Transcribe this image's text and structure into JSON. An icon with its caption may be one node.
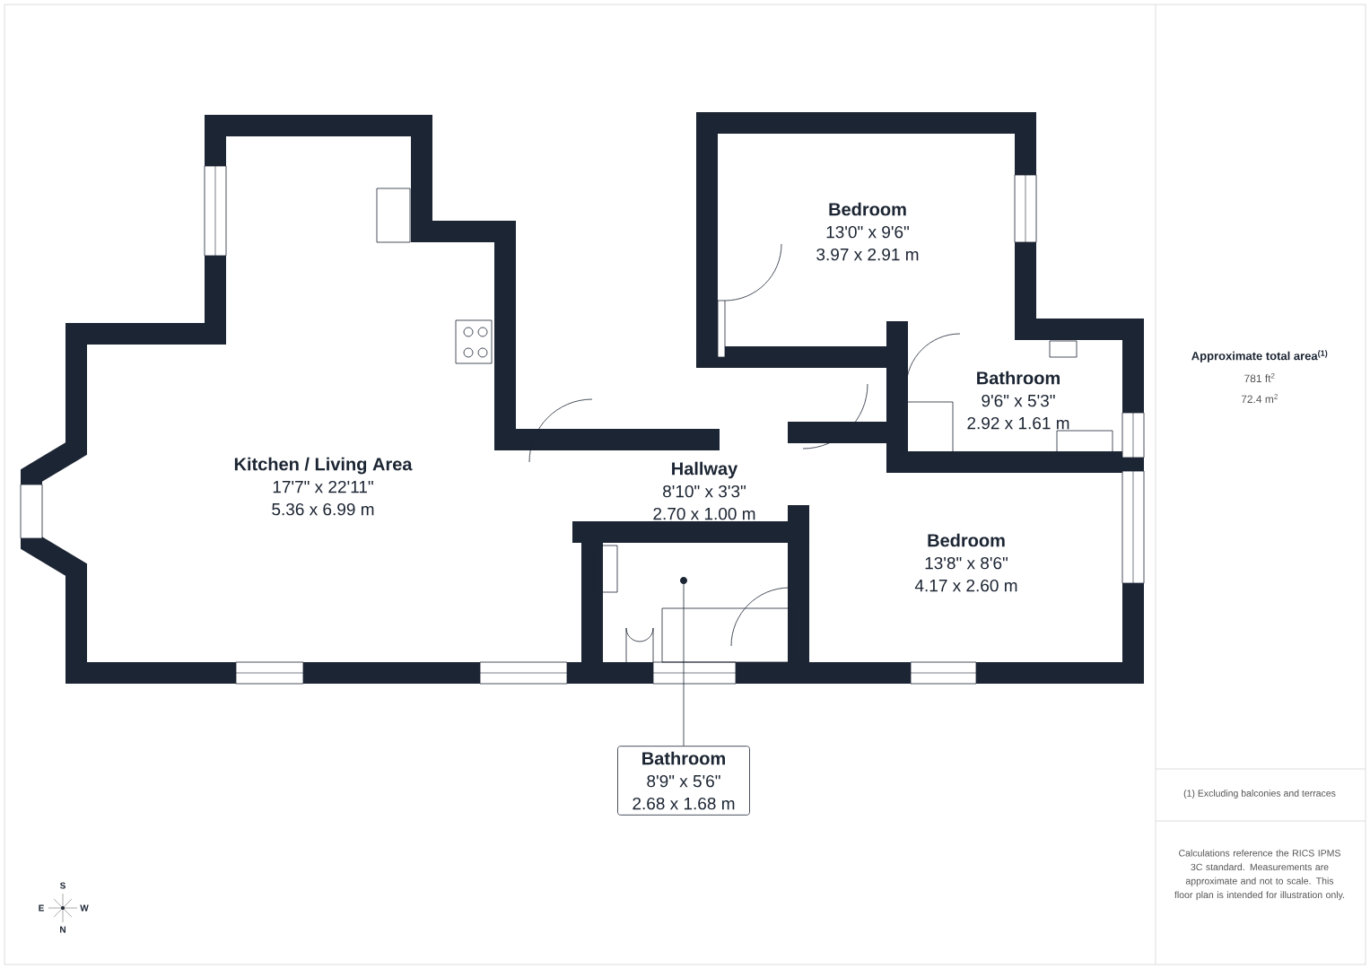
{
  "diagram": {
    "nodes": [
      {
        "text": [
          "Kitchen / Living Area",
          "17'7\" x 22'11\"",
          "5.36 x 6.99 m"
        ]
      },
      {
        "text": [
          "Bedroom",
          "13'0\" x 9'6\"",
          "3.97 x 2.91 m"
        ]
      },
      {
        "text": [
          "Bathroom",
          "9'6\" x 5'3\"",
          "2.92 x 1.61 m"
        ]
      },
      {
        "text": [
          "Hallway",
          "8'10\" x 3'3\"",
          "2.70 x 1.00 m"
        ]
      },
      {
        "text": [
          "Bedroom",
          "13'8\" x 8'6\"",
          "4.17 x 2.60 m"
        ]
      },
      {
        "text": [
          "Bathroom",
          "8'9\" x 5'6\"",
          "2.68 x 1.68 m"
        ]
      },
      {
        "text": [],
        "shape": "circle"
      }
    ],
    "edges": [
      {
        "from": 5,
        "to": 6,
        "arrow": "none"
      }
    ],
    "labels": [
      "Approximate total area$^{(1)}$",
      "781 ft$^{2}$",
      "72.4 m$^{2}$",
      "(1) Excluding balconies and terraces",
      "Calculations reference the RICS IPMS 3C standard. Measurements are approximate and not to scale. This floor plan is intended for illustration only.",
      "S",
      "E",
      "W",
      "N"
    ]
  }
}
